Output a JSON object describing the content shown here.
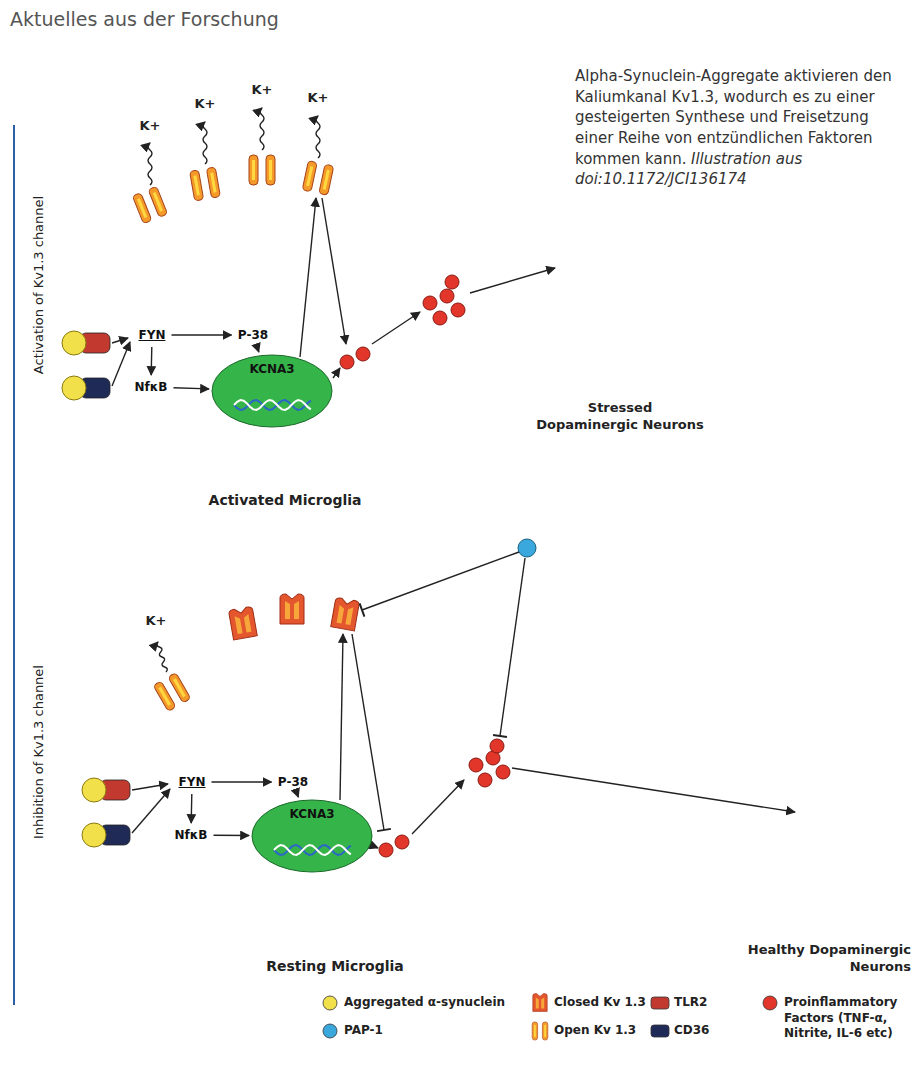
{
  "diagram": {
    "caption": "Alpha-Synuclein-Aggregate aktivieren den Kaliumkanal Kv1.3, wodurch es zu einer gesteigerten Synthese und Freisetzung einer Reihe von entzündlichen Faktoren kommen kann.",
    "nodes": [
      {
        "text": [
          "Activated Microglia"
        ]
      },
      {
        "text": [
          "FYN"
        ],
        "in": 0
      },
      {
        "text": [
          "P-38"
        ],
        "in": 0
      },
      {
        "text": [
          "NfκB"
        ],
        "in": 0
      },
      {
        "text": [
          "KCNA3"
        ],
        "in": 0
      },
      {
        "text": [
          "Stressed Dopaminergic Neurons"
        ]
      },
      {
        "text": [
          "Resting Microglia"
        ]
      },
      {
        "text": [
          "FYN"
        ],
        "in": 6
      },
      {
        "text": [
          "P-38"
        ],
        "in": 6
      },
      {
        "text": [
          "NfκB"
        ],
        "in": 6
      },
      {
        "text": [
          "KCNA3"
        ],
        "in": 6
      },
      {
        "text": [
          "Healthy Dopaminergic Neurons"
        ]
      }
    ],
    "edges": [
      {
        "from": 1,
        "to": 2,
        "arrow": "to"
      },
      {
        "from": 1,
        "to": 3,
        "arrow": "to"
      },
      {
        "from": 2,
        "to": 4,
        "arrow": "to"
      },
      {
        "from": 3,
        "to": 4,
        "arrow": "to"
      },
      {
        "from": 7,
        "to": 8,
        "arrow": "to"
      },
      {
        "from": 7,
        "to": 9,
        "arrow": "to"
      },
      {
        "from": 8,
        "to": 10,
        "arrow": "to"
      },
      {
        "from": 9,
        "to": 10,
        "arrow": "to"
      }
    ],
    "labels": [
      "Aktuelles aus der Forschung",
      "Illustration aus doi:10.1172/JCI136174",
      "Activation of Kv1.3 channel",
      "Inhibition of Kv1.3 channel",
      "K+",
      "K+",
      "K+",
      "K+",
      "K+"
    ],
    "legend": [
      {
        "text": "Aggregated α-synuclein",
        "color": "#f2e04b"
      },
      {
        "text": "PAP-1",
        "color": "#3aa8dd"
      },
      {
        "text": "Closed Kv 1.3"
      },
      {
        "text": "Open Kv 1.3"
      },
      {
        "text": "TLR2",
        "color": "#c23a2f"
      },
      {
        "text": "CD36",
        "color": "#1f2a57"
      },
      {
        "text": "Proinflammatory Factors (TNF-α, Nitrite, IL-6 etc)",
        "color": "#e3362b"
      }
    ]
  }
}
